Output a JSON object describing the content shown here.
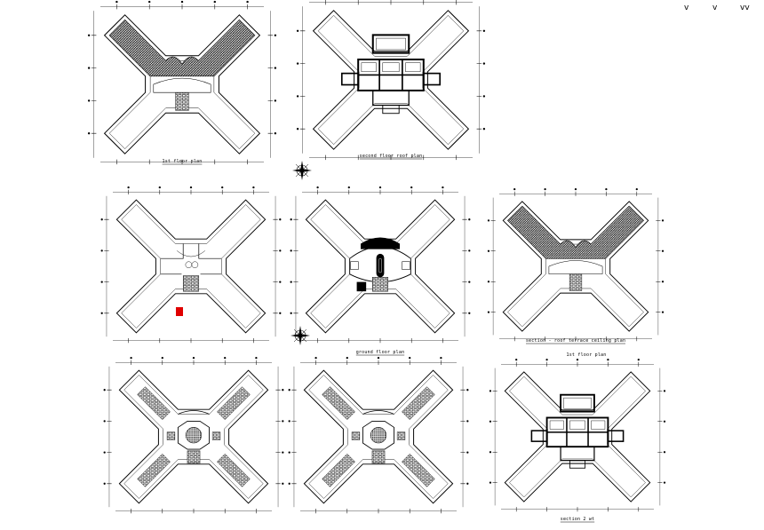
{
  "sheet": {
    "corner_marks": [
      "v",
      "v",
      "vv"
    ]
  },
  "plans": [
    {
      "id": "p1",
      "caption": "1st floor plan",
      "fill": "hatched-top"
    },
    {
      "id": "p2",
      "caption": "second floor roof plan",
      "fill": "structure"
    },
    {
      "id": "p3",
      "caption": "",
      "fill": "rooms"
    },
    {
      "id": "p4",
      "caption": "ground floor plan",
      "fill": "stage"
    },
    {
      "id": "p5",
      "caption": "section - roof terrace ceiling plan",
      "fill": "hatched-top"
    },
    {
      "id": "p6",
      "caption": "",
      "fill": "furniture"
    },
    {
      "id": "p7",
      "caption": "",
      "fill": "furniture"
    },
    {
      "id": "p8",
      "caption": "section 2 wt",
      "fill": "structure"
    }
  ],
  "plan_subcaption": "1st floor plan",
  "colors": {
    "line": "#000000",
    "accent": "#e00000",
    "bg": "#ffffff"
  },
  "icons": [
    "north-arrow-icon",
    "north-arrow-icon"
  ]
}
